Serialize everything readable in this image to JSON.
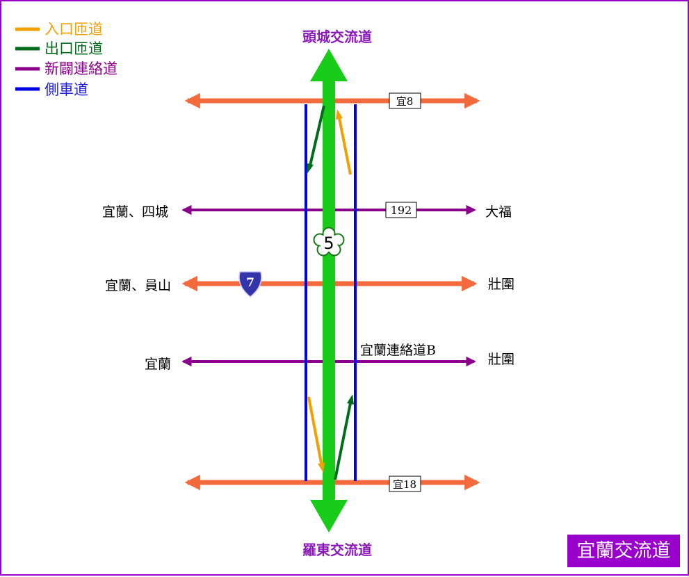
{
  "title": "宜蘭交流道",
  "colors": {
    "entrance": "#f0a000",
    "exit": "#006d1a",
    "connector": "#8b008b",
    "frontage": "#0000e6",
    "freeway": "#1acc1a",
    "orange_road": "#f36b3d",
    "label_purple": "#8b18b8",
    "shield_blue": "#3333aa"
  },
  "legend": [
    {
      "label": "入口匝道",
      "color": "#f0a000"
    },
    {
      "label": "出口匝道",
      "color": "#006d1a"
    },
    {
      "label": "新闢連絡道",
      "color": "#8b008b"
    },
    {
      "label": "側車道",
      "color": "#2222dd"
    }
  ],
  "freeway": {
    "north": "頭城交流道",
    "south": "羅東交流道",
    "shield": "5"
  },
  "roads": {
    "yi8": {
      "tag": "宜8"
    },
    "r192": {
      "tag": "192",
      "left": "宜蘭、四城",
      "right": "大福"
    },
    "p7": {
      "shield": "7",
      "left": "宜蘭、員山",
      "right": "壯圍"
    },
    "conn_b": {
      "name": "宜蘭連絡道B",
      "left": "宜蘭",
      "right": "壯圍"
    },
    "yi18": {
      "tag": "宜18"
    }
  }
}
